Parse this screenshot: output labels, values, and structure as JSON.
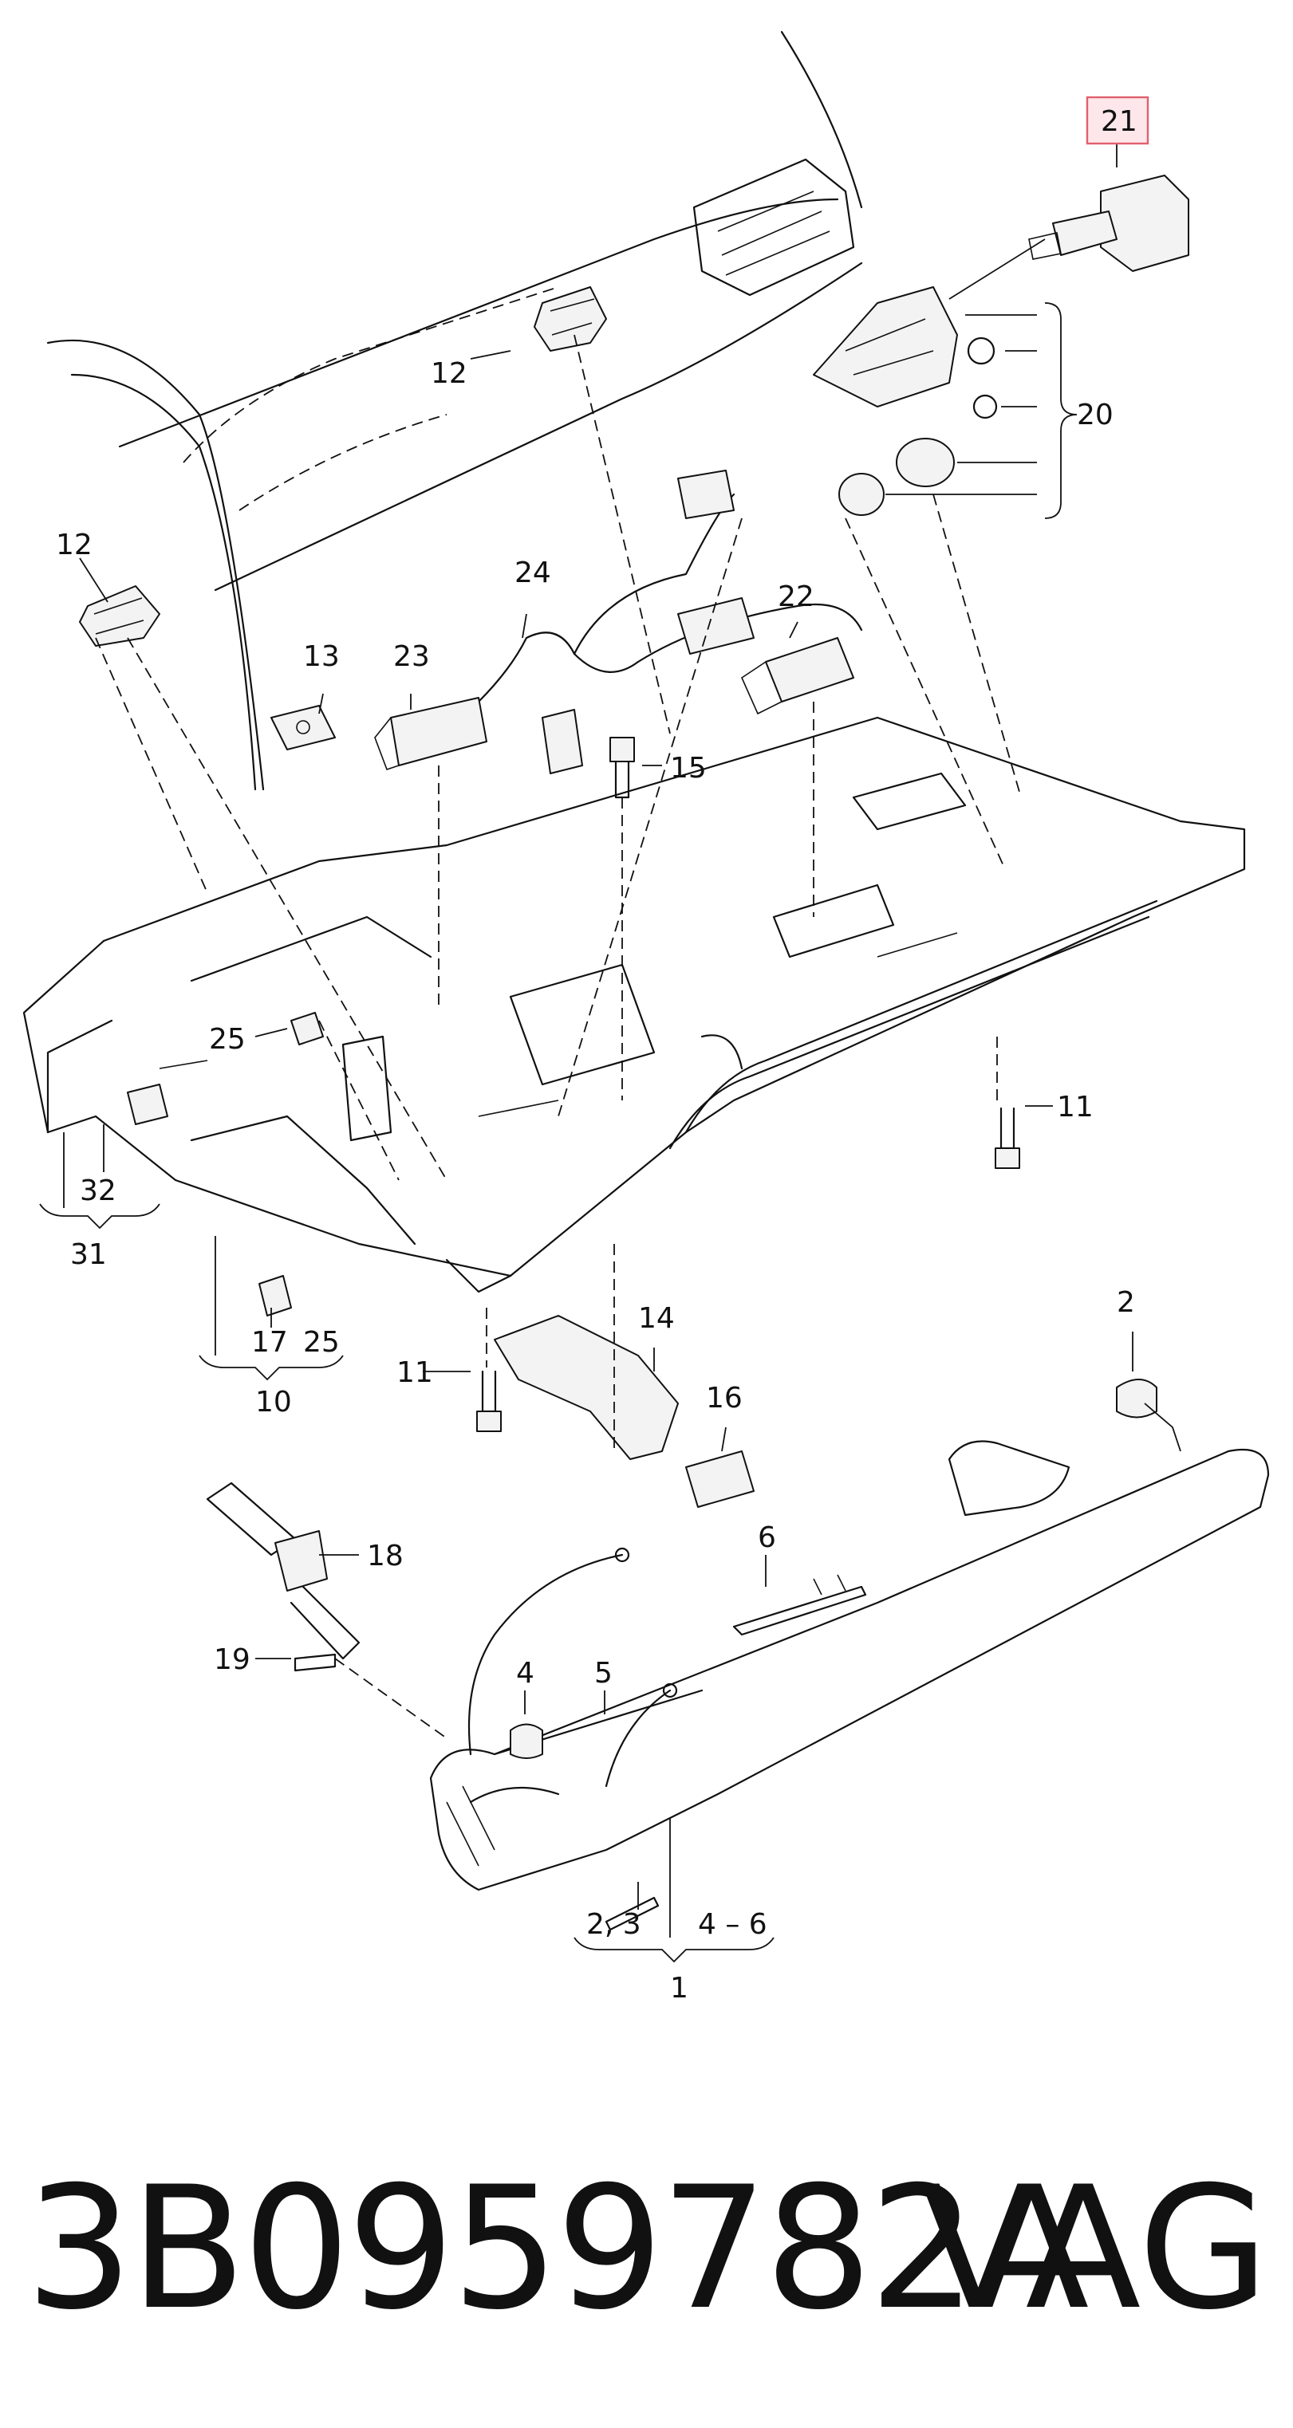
{
  "callouts": {
    "c1": "1",
    "c2": "2",
    "c2_3": "2, 3",
    "c4": "4",
    "c4_6": "4 – 6",
    "c5": "5",
    "c6": "6",
    "c10": "10",
    "c11a": "11",
    "c11b": "11",
    "c12a": "12",
    "c12b": "12",
    "c13": "13",
    "c14": "14",
    "c15": "15",
    "c16": "16",
    "c17": "17",
    "c18": "18",
    "c19": "19",
    "c20": "20",
    "c21": "21",
    "c22": "22",
    "c23": "23",
    "c24": "24",
    "c25a": "25",
    "c25b": "25",
    "c31": "31",
    "c32": "32"
  },
  "highlighted_callout": "21",
  "highlight_color": "#e0606f",
  "footer": {
    "part_number": "3B0959782A",
    "brand": "VAG"
  }
}
